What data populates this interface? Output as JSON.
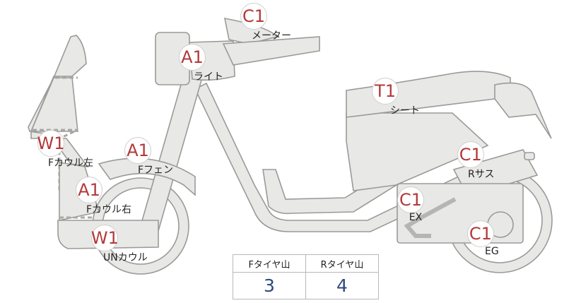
{
  "parts": [
    {
      "id": "meter",
      "code": "C1",
      "label": "メーター"
    },
    {
      "id": "light",
      "code": "A1",
      "label": "ライト"
    },
    {
      "id": "seat",
      "code": "T1",
      "label": "シート"
    },
    {
      "id": "fcowl-left",
      "code": "W1",
      "label": "Fカウル左"
    },
    {
      "id": "ffender",
      "code": "A1",
      "label": "Fフェン"
    },
    {
      "id": "rsus",
      "code": "C1",
      "label": "Rサス"
    },
    {
      "id": "fcowl-right",
      "code": "A1",
      "label": "Fカウル右"
    },
    {
      "id": "ex",
      "code": "C1",
      "label": "EX"
    },
    {
      "id": "eg",
      "code": "C1",
      "label": "EG"
    },
    {
      "id": "uncowl",
      "code": "W1",
      "label": "UNカウル"
    }
  ],
  "tire_table": {
    "headers": [
      "Fタイヤ山",
      "Rタイヤ山"
    ],
    "values": [
      "3",
      "4"
    ]
  },
  "colors": {
    "part_fill": "#e8e8e6",
    "part_stroke": "#9a9a98",
    "badge_text": "#b23a3a",
    "value_text": "#2d4a7e"
  }
}
